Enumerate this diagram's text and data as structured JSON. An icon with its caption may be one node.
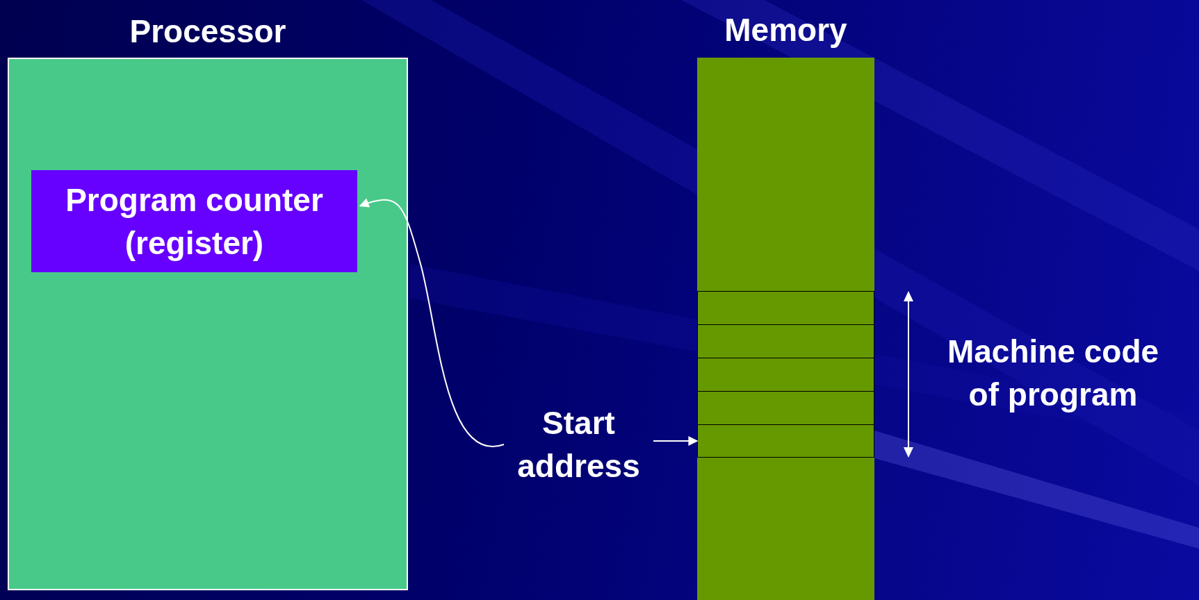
{
  "diagram": {
    "nodes": [
      {
        "text": [
          "Processor"
        ]
      },
      {
        "text": [
          "Program counter (register)"
        ],
        "in": 0
      },
      {
        "text": [
          "Memory"
        ]
      },
      {
        "text": [
          "Start address"
        ]
      },
      {
        "text": [],
        "shape": "box",
        "in": 2
      },
      {
        "text": [],
        "shape": "box",
        "in": 2
      },
      {
        "text": [],
        "shape": "box",
        "in": 2
      },
      {
        "text": [],
        "shape": "box",
        "in": 2
      },
      {
        "text": [],
        "shape": "box",
        "in": 2
      }
    ],
    "edges": [
      {
        "from": 3,
        "to": 1,
        "arrow": "to"
      },
      {
        "from": 3,
        "to": 8,
        "arrow": "to"
      }
    ],
    "labels": [
      "Machine code of program"
    ]
  }
}
